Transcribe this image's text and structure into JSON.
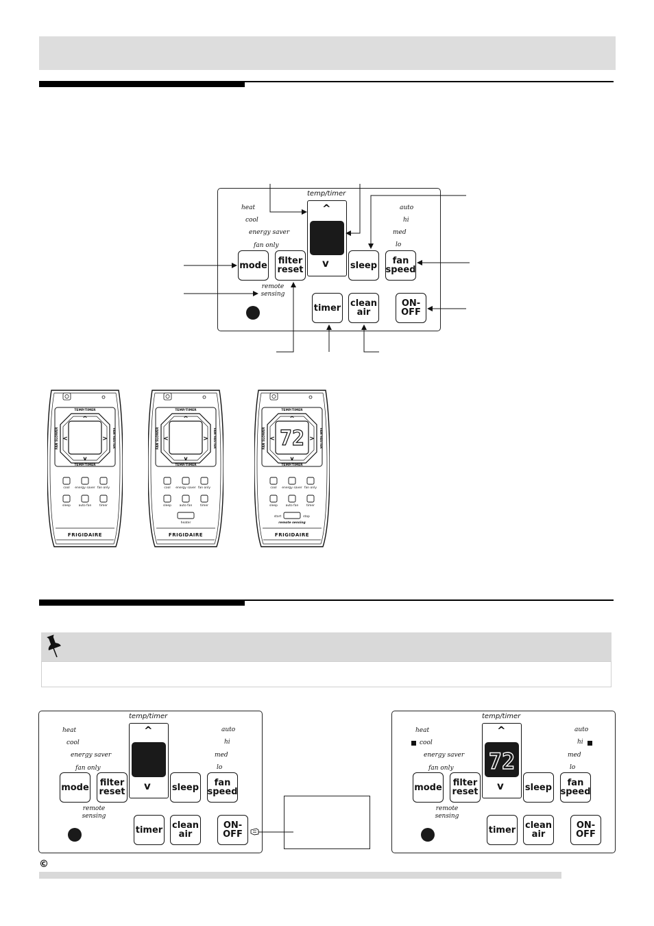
{
  "panel": {
    "temp_timer": "temp/timer",
    "modes": [
      "heat",
      "cool",
      "energy saver",
      "fan only"
    ],
    "speeds": [
      "auto",
      "hi",
      "med",
      "lo"
    ],
    "remote_sensing": "remote\nsensing",
    "buttons": {
      "mode": "mode",
      "filter_reset": "filter\nreset",
      "sleep": "sleep",
      "fan_speed": "fan\nspeed",
      "timer": "timer",
      "clean_air": "clean\nair",
      "on_off": "ON-\nOFF"
    },
    "up_arrow": "^",
    "down_arrow": "v",
    "display_value": "72"
  },
  "remotes": {
    "temp_timer": "TEMP/TIMER",
    "fan_slower": "FAN SLOWER",
    "fan_faster": "FAN FASTER",
    "left_arrow": "<",
    "right_arrow": ">",
    "buttons_row1": [
      "cool",
      "energy saver",
      "fan only"
    ],
    "buttons_row2": [
      "sleep",
      "auto fan",
      "timer"
    ],
    "heater": "heater",
    "start": "start",
    "stop": "stop",
    "remote_sensing": "remote sensing",
    "brand": "FRIGIDAIRE",
    "display_value": "72"
  },
  "footer": {
    "copyright": "©"
  },
  "colors": {
    "band": "#dddddd",
    "screen": "#1a1a1a",
    "ink": "#111111"
  }
}
